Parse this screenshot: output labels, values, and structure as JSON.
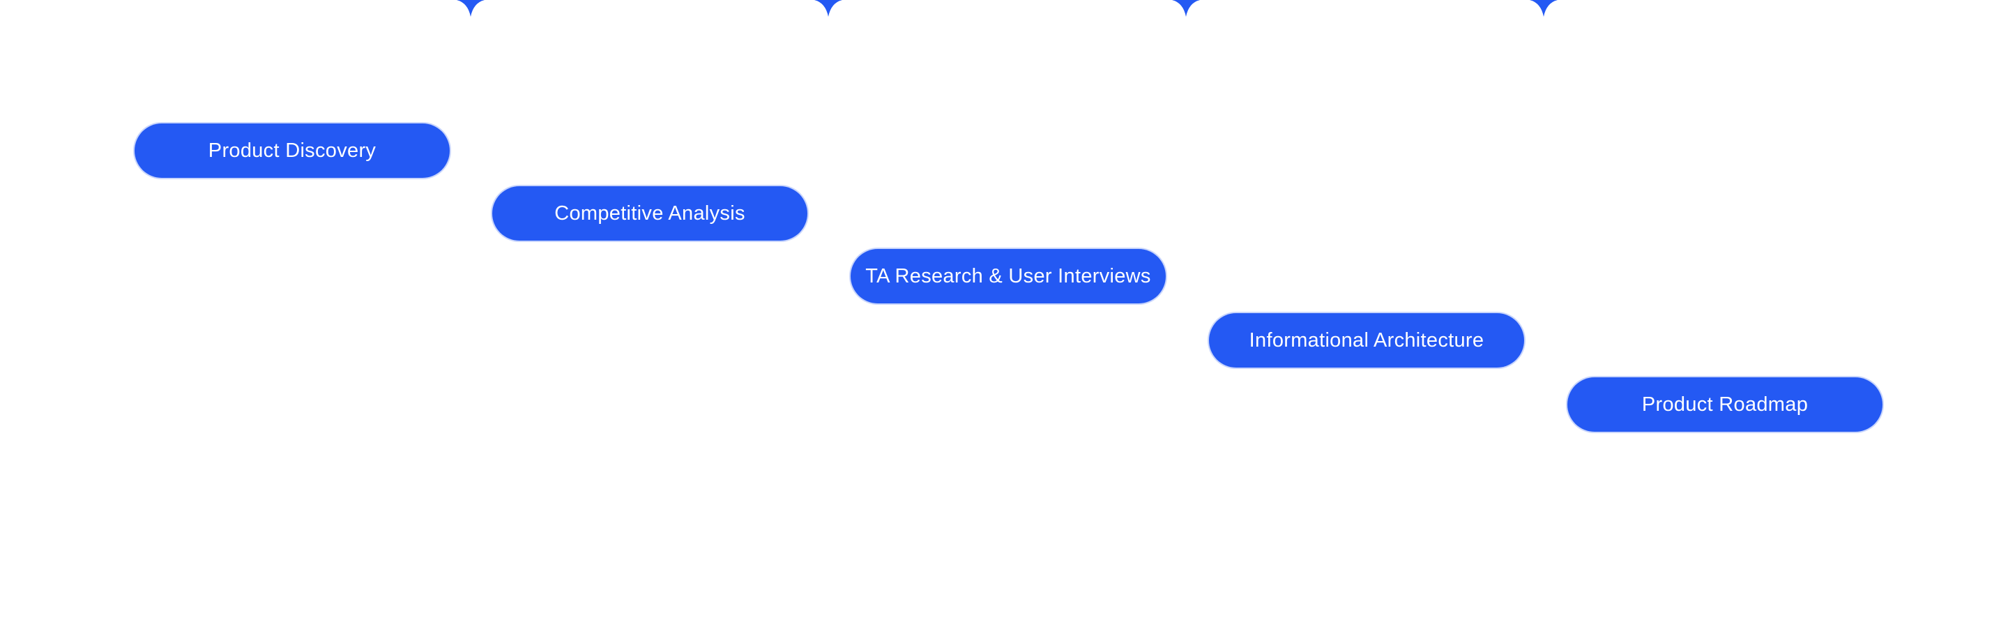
{
  "colors": {
    "background": "#ffffff",
    "accent": "#2459f3",
    "label_text": "#ffffff"
  },
  "steps": [
    {
      "label": "Product Discovery"
    },
    {
      "label": "Competitive Analysis"
    },
    {
      "label": "TA Research & User Interviews"
    },
    {
      "label": "Informational Architecture"
    },
    {
      "label": "Product Roadmap"
    }
  ],
  "markers": [
    {
      "icon": "sparkle-marker-icon"
    },
    {
      "icon": "sparkle-marker-icon"
    },
    {
      "icon": "sparkle-marker-icon"
    },
    {
      "icon": "sparkle-marker-icon"
    }
  ]
}
